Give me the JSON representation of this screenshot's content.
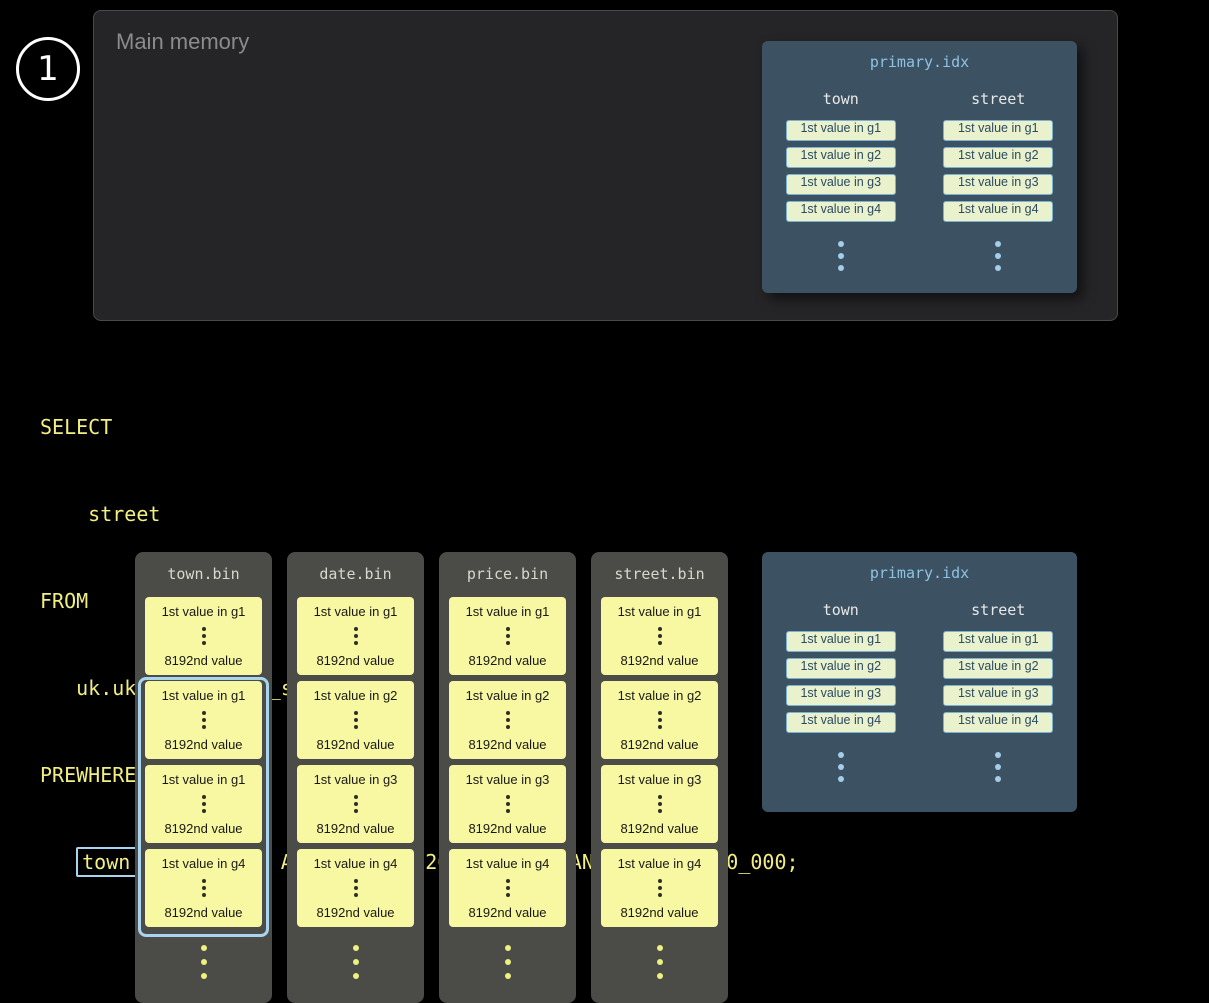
{
  "step": {
    "number": "1"
  },
  "main_memory": {
    "title": "Main memory"
  },
  "primary_index": {
    "title": "primary.idx",
    "col1_header": "town",
    "col2_header": "street",
    "town_entries": [
      "1st value in g1",
      "1st value in g2",
      "1st value in g3",
      "1st value in g4"
    ],
    "street_entries": [
      "1st value in g1",
      "1st value in g2",
      "1st value in g3",
      "1st value in g4"
    ]
  },
  "query": {
    "line1": "SELECT",
    "line2": "    street",
    "line3": "FROM",
    "line4": "   uk.uk_price_paid_simple",
    "line5": "PREWHERE",
    "line6_indent": "   ",
    "line6_highlight": "town = 'LONDON'",
    "line6_rest": " AND date > '2024-12-31' AND price < 10_000;"
  },
  "bin_files": {
    "town": {
      "title": "town.bin",
      "granules": [
        {
          "first": "1st value in g1",
          "last": "8192nd value"
        },
        {
          "first": "1st value in g1",
          "last": "8192nd value"
        },
        {
          "first": "1st value in g1",
          "last": "8192nd value"
        },
        {
          "first": "1st value in g4",
          "last": "8192nd value"
        }
      ]
    },
    "date": {
      "title": "date.bin",
      "granules": [
        {
          "first": "1st value in g1",
          "last": "8192nd value"
        },
        {
          "first": "1st value in g2",
          "last": "8192nd value"
        },
        {
          "first": "1st value in g3",
          "last": "8192nd value"
        },
        {
          "first": "1st value in g4",
          "last": "8192nd value"
        }
      ]
    },
    "price": {
      "title": "price.bin",
      "granules": [
        {
          "first": "1st value in g1",
          "last": "8192nd value"
        },
        {
          "first": "1st value in g2",
          "last": "8192nd value"
        },
        {
          "first": "1st value in g3",
          "last": "8192nd value"
        },
        {
          "first": "1st value in g4",
          "last": "8192nd value"
        }
      ]
    },
    "street": {
      "title": "street.bin",
      "granules": [
        {
          "first": "1st value in g1",
          "last": "8192nd value"
        },
        {
          "first": "1st value in g2",
          "last": "8192nd value"
        },
        {
          "first": "1st value in g3",
          "last": "8192nd value"
        },
        {
          "first": "1st value in g4",
          "last": "8192nd value"
        }
      ]
    }
  },
  "colors": {
    "background": "#000000",
    "memory_panel": "#252528",
    "index_panel": "#3c5263",
    "index_title_text": "#8ec2e2",
    "index_entry_bg": "#e9f2cc",
    "index_entry_border": "#7cb1d2",
    "bin_panel": "#4b4b47",
    "granule_card": "#f8f8a3",
    "sql_text": "#f2ee82",
    "selection_border": "#a9d4ef"
  }
}
